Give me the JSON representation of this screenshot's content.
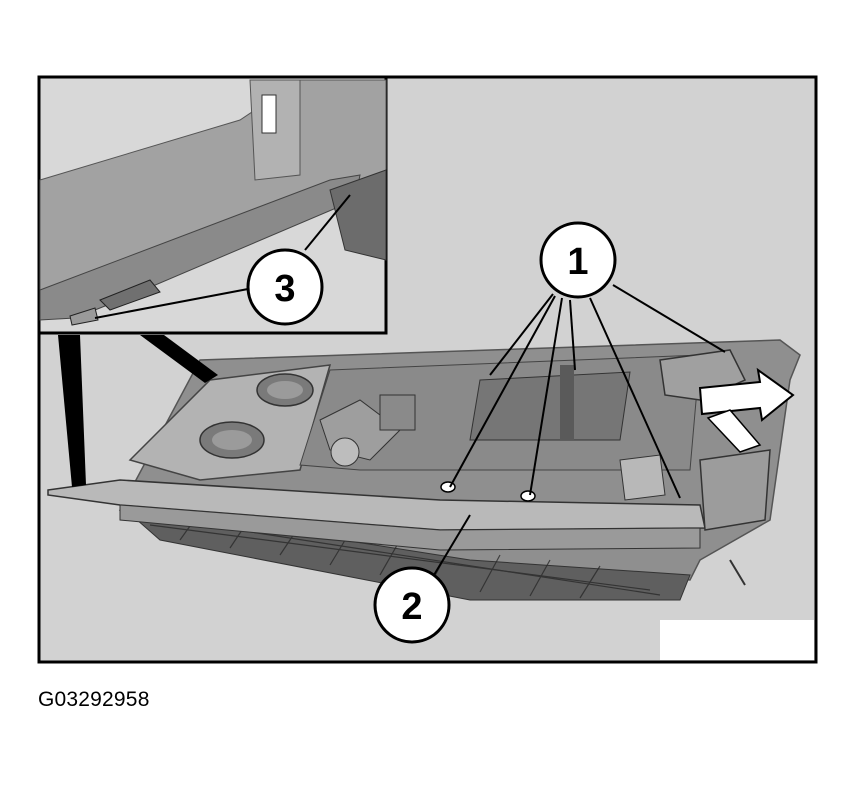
{
  "figure": {
    "callouts": [
      {
        "id": "1",
        "label": "1"
      },
      {
        "id": "2",
        "label": "2"
      },
      {
        "id": "3",
        "label": "3"
      }
    ],
    "figure_code": "G03292958",
    "colors": {
      "background_panel": "#d2d2d2",
      "component": "#a8a8a8",
      "component_dark": "#6e6e6e",
      "outline": "#000000"
    }
  }
}
